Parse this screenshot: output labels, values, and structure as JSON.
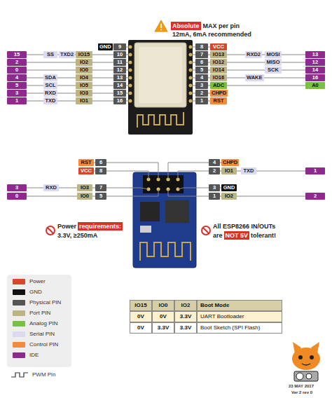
{
  "diagram": {
    "labels": [
      "Absolute",
      "MAX per pin",
      "12mA, 6mA recommended",
      "GND",
      "9",
      "15",
      "SS",
      "TXD2",
      "IO15",
      "10",
      "2",
      "IO2",
      "11",
      "0",
      "IO0",
      "12",
      "4",
      "SDA",
      "IO4",
      "13",
      "5",
      "SCL",
      "IO5",
      "14",
      "3",
      "RXD",
      "IO3",
      "15",
      "1",
      "TXD",
      "IO1",
      "16",
      "8",
      "VCC",
      "7",
      "IO13",
      "RXD2",
      "MOSI",
      "13",
      "6",
      "IO12",
      "MISO",
      "12",
      "5",
      "IO14",
      "SCK",
      "14",
      "4",
      "IO16",
      "WAKE",
      "16",
      "3",
      "ADC",
      "A0",
      "2",
      "CHPD",
      "1",
      "RST",
      "RST",
      "6",
      "VCC",
      "8",
      "4",
      "CHPD",
      "2",
      "IO1",
      "TXD",
      "1",
      "3",
      "RXD",
      "IO3",
      "7",
      "0",
      "IO0",
      "5",
      "3",
      "GND",
      "1",
      "IO2",
      "2",
      "Power",
      "requirements:",
      "3.3V, ≥250mA",
      "All ESP8266 IN/OUTs",
      "are",
      "NOT 5V",
      "tolerant!",
      "IO15",
      "IO0",
      "IO2",
      "Boot Mode",
      "0V",
      "0V",
      "3.3V",
      "UART Bootloader",
      "0V",
      "3.3V",
      "3.3V",
      "Boot Sketch (SPI Flash)",
      "23 MAY 2017",
      "Ver 2 rev 0"
    ],
    "legend": [
      {
        "text": "Power",
        "color": "#d9472b"
      },
      {
        "text": "GND",
        "color": "#111111"
      },
      {
        "text": "Physical PIN",
        "color": "#555555"
      },
      {
        "text": "Port PIN",
        "color": "#bdb483"
      },
      {
        "text": "Analog PIN",
        "color": "#7ac143"
      },
      {
        "text": "Serial PIN",
        "color": "#dcdaf0"
      },
      {
        "text": "Control PIN",
        "color": "#f28c3c"
      },
      {
        "text": "IDE",
        "color": "#8e2a8e"
      },
      {
        "text": "PWM Pin"
      }
    ]
  }
}
